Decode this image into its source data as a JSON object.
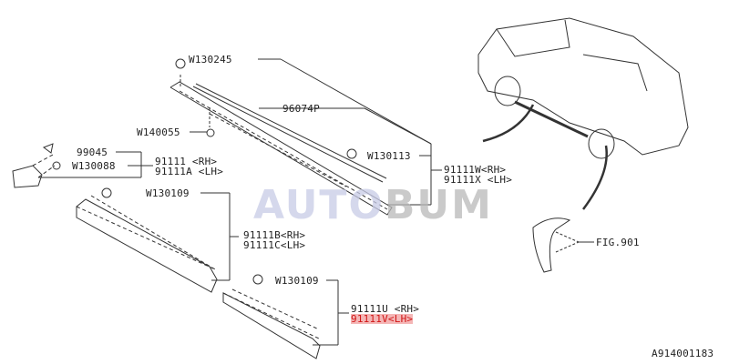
{
  "watermark": {
    "part1": "AUTO",
    "part2": "BUM"
  },
  "labels": {
    "w130245": "W130245",
    "p96074p": "96074P",
    "w140055": "W140055",
    "p99045": "99045",
    "w130088": "W130088",
    "p91111_rh": "91111  <RH>",
    "p91111a_lh": "91111A <LH>",
    "w130113": "W130113",
    "p91111w_rh": "91111W<RH>",
    "p91111x_lh": "91111X <LH>",
    "w130109_a": "W130109",
    "p91111b_rh": "91111B<RH>",
    "p91111c_lh": "91111C<LH>",
    "w130109_b": "W130109",
    "p91111u_rh": "91111U <RH>",
    "p91111v_lh": "91111V<LH>",
    "fig901": "FIG.901",
    "diagram_code": "A914001183"
  },
  "colors": {
    "highlight_bg": "#f4b6b6",
    "highlight_text": "#d01515",
    "line": "#333333"
  }
}
